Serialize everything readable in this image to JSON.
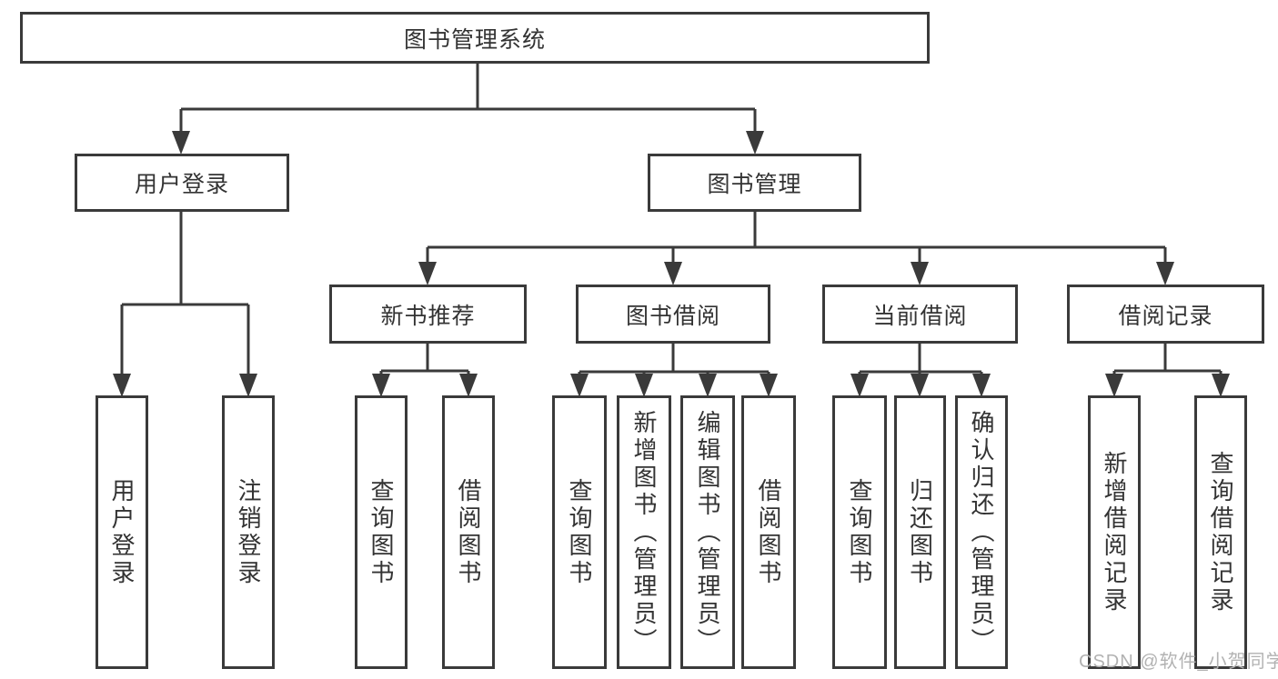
{
  "diagram": {
    "title": "图书管理系统",
    "tree": {
      "root": {
        "label": "图书管理系统",
        "children": [
          {
            "label": "用户登录",
            "children": [
              {
                "label": "用户登录"
              },
              {
                "label": "注销登录"
              }
            ]
          },
          {
            "label": "图书管理",
            "children": [
              {
                "label": "新书推荐",
                "children": [
                  {
                    "label": "查询图书"
                  },
                  {
                    "label": "借阅图书"
                  }
                ]
              },
              {
                "label": "图书借阅",
                "children": [
                  {
                    "label": "查询图书"
                  },
                  {
                    "label": "新增图书（管理员）"
                  },
                  {
                    "label": "编辑图书（管理员）"
                  },
                  {
                    "label": "借阅图书"
                  }
                ]
              },
              {
                "label": "当前借阅",
                "children": [
                  {
                    "label": "查询图书"
                  },
                  {
                    "label": "归还图书"
                  },
                  {
                    "label": "确认归还（管理员）"
                  }
                ]
              },
              {
                "label": "借阅记录",
                "children": [
                  {
                    "label": "新增借阅记录"
                  },
                  {
                    "label": "查询借阅记录"
                  }
                ]
              }
            ]
          }
        ]
      }
    },
    "colors": {
      "line": "#3a3a3a",
      "text": "#333333",
      "background": "#ffffff",
      "watermark": "#b2b2b2"
    }
  },
  "watermark": {
    "text": "CSDN @软件_小贺同学"
  }
}
